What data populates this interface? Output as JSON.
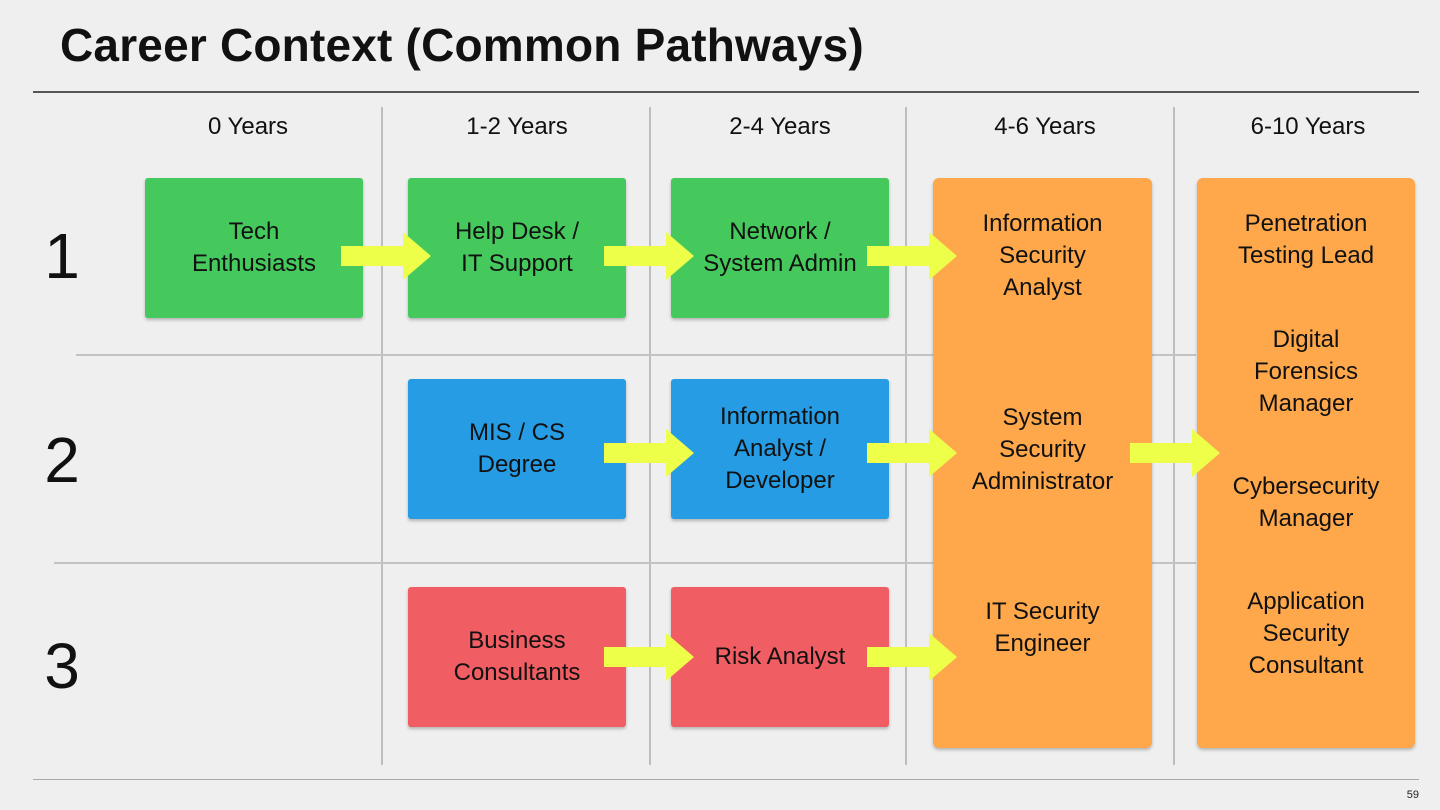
{
  "title": "Career Context (Common Pathways)",
  "page_number": "59",
  "columns": [
    "0 Years",
    "1-2 Years",
    "2-4 Years",
    "4-6 Years",
    "6-10 Years"
  ],
  "rows": [
    "1",
    "2",
    "3"
  ],
  "colors": {
    "green": "#45c95d",
    "blue": "#269ce4",
    "red": "#f05d63",
    "orange": "#fea84b",
    "arrow": "#eeff4a"
  },
  "boxes": {
    "tech_enthusiasts": "Tech\nEnthusiasts",
    "help_desk": "Help Desk /\nIT Support",
    "network_admin": "Network /\nSystem Admin",
    "mis_cs": "MIS / CS\nDegree",
    "info_analyst_dev": "Information\nAnalyst /\nDeveloper",
    "business_consultants": "Business\nConsultants",
    "risk_analyst": "Risk Analyst"
  },
  "mid_roles": [
    "Information\nSecurity\nAnalyst",
    "System\nSecurity\nAdministrator",
    "IT Security\nEngineer"
  ],
  "senior_roles": [
    "Penetration\nTesting Lead",
    "Digital\nForensics\nManager",
    "Cybersecurity\nManager",
    "Application\nSecurity\nConsultant"
  ]
}
